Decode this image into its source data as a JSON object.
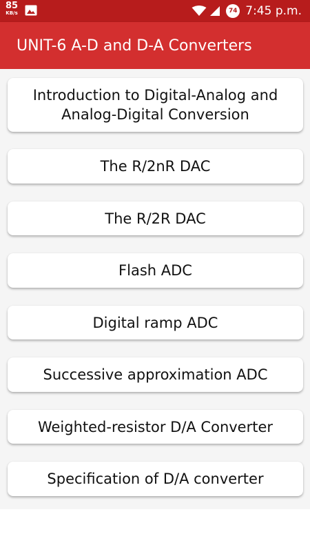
{
  "status_bar": {
    "net_speed_value": "85",
    "net_speed_unit": "KB/s",
    "badge_text": "74",
    "time": "7:45 p.m."
  },
  "app_bar": {
    "title": "UNIT-6 A-D and D-A Converters"
  },
  "topics": [
    {
      "label": "Introduction to Digital-Analog and Analog-Digital Conversion"
    },
    {
      "label": "The R/2nR DAC"
    },
    {
      "label": "The R/2R DAC"
    },
    {
      "label": "Flash ADC"
    },
    {
      "label": "Digital ramp ADC"
    },
    {
      "label": "Successive approximation ADC"
    },
    {
      "label": "Weighted-resistor D/A Converter"
    },
    {
      "label": "Specification of D/A converter"
    }
  ],
  "colors": {
    "status_bar": "#b71c1c",
    "app_bar": "#d32f2f",
    "background": "#f5f5f5",
    "card": "#ffffff"
  }
}
